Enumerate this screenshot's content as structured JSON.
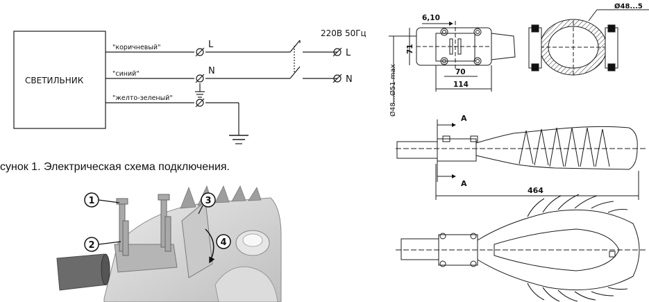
{
  "wiring": {
    "device_label": "СВЕТИЛЬНИК",
    "wire_brown": "\"коричневый\"",
    "wire_blue": "\"синий\"",
    "wire_ground": "\"желто-зеленый\"",
    "phase": "L",
    "neutral": "N",
    "supply": "220В 50Гц",
    "supply_phase": "L",
    "supply_neutral": "N"
  },
  "caption": "сунок 1. Электрическая схема подключения.",
  "assembly": {
    "callouts": [
      "1",
      "2",
      "3",
      "4"
    ]
  },
  "dimensions": {
    "bracket_width": "6,10",
    "hole_spacing": "70",
    "clamp_length": "114",
    "height": "71",
    "pipe_range": "Ø48...Ø51 max",
    "pipe_diameter": "Ø48...5",
    "section_mark": "A",
    "total_length": "464"
  },
  "colors": {
    "line": "#1a1a1a",
    "hatch": "#555555",
    "photo_bg": "#d9d9d9"
  }
}
